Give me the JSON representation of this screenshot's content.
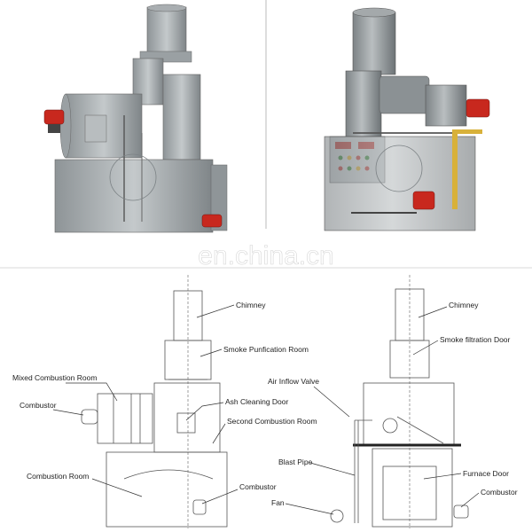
{
  "watermark": "en.china.cn",
  "labels": {
    "left": {
      "chimney": "Chimney",
      "smoke_purification_room": "Smoke Punfication Room",
      "mixed_combustion_room": "Mixed Combustion Room",
      "combustor_top": "Combustor",
      "ash_cleaning_door": "Ash Cleaning Door",
      "second_combustion_room": "Second Combustion Room",
      "combustion_room": "Combustion Room",
      "combustor_bottom": "Combustor",
      "fan": "Fan"
    },
    "right": {
      "chimney": "Chimney",
      "smoke_filtration_door": "Smoke filtration Door",
      "air_inflow_valve": "Air Inflow Valve",
      "blast_pipe": "Blast Pipe",
      "furnace_door": "Furnace Door",
      "combustor": "Combustor"
    }
  },
  "colors": {
    "machine_body": "#9da3a6",
    "machine_dark": "#6f7578",
    "burner_red": "#c8281e",
    "panel_red": "#b5302a",
    "pipe_yellow": "#d8b13a"
  }
}
